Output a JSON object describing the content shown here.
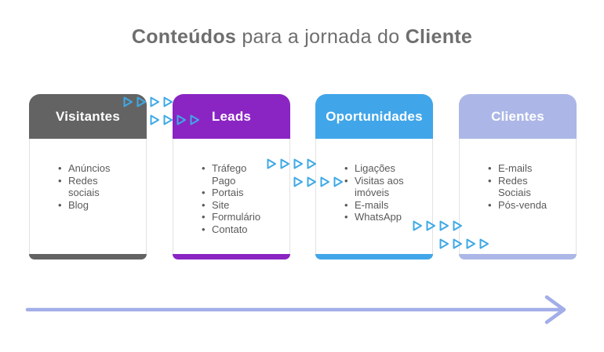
{
  "title": {
    "bold_lead": "Conteúdos",
    "middle": " para a jornada do ",
    "bold_tail": "Cliente",
    "color": "#6e6e6e"
  },
  "cards": [
    {
      "label": "Visitantes",
      "color": "#636363",
      "items": [
        "Anúncios",
        "Redes sociais",
        "Blog"
      ]
    },
    {
      "label": "Leads",
      "color": "#8a25c3",
      "items": [
        "Tráfego Pago",
        "Portais",
        "Site",
        "Formulário",
        "Contato"
      ]
    },
    {
      "label": "Oportunidades",
      "color": "#41a6e9",
      "items": [
        "Ligações",
        "Visitas aos imóveis",
        "E-mails",
        "WhatsApp"
      ]
    },
    {
      "label": "Clientes",
      "color": "#acb7e7",
      "items": [
        "E-mails",
        "Redes Sociais",
        "Pós-venda"
      ]
    }
  ],
  "flow_arrows": {
    "color": "#3fa9e5",
    "triangles_per_row": 4,
    "rows_per_cluster": 2,
    "clusters": 3
  },
  "bottom_arrow": {
    "color": "#a2aee8"
  }
}
